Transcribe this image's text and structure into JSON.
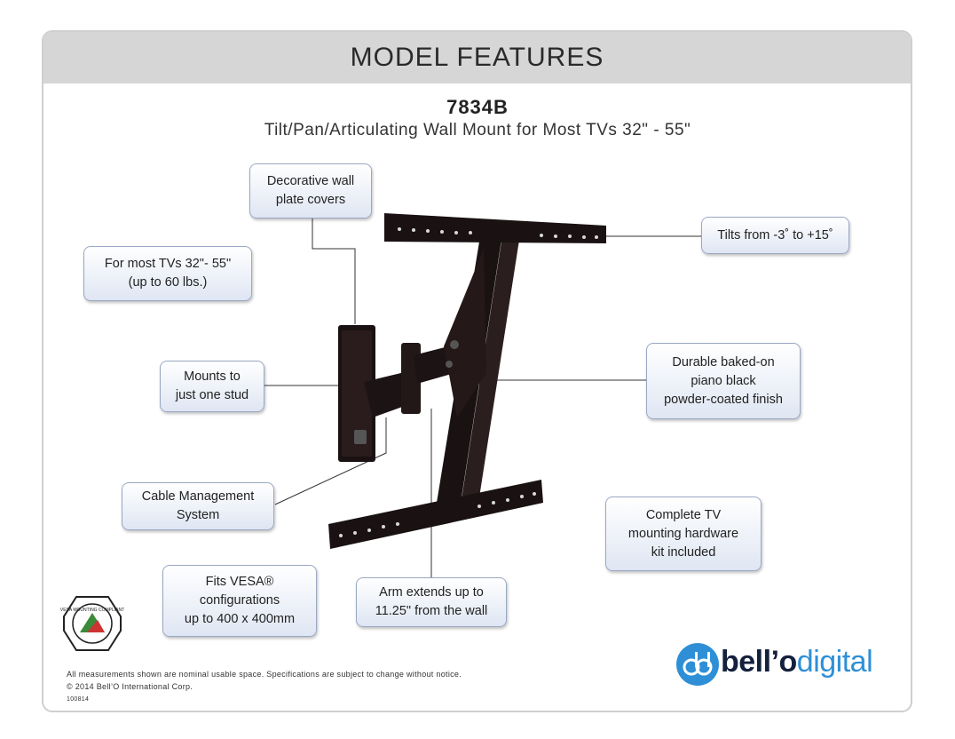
{
  "header": {
    "title": "MODEL FEATURES"
  },
  "product": {
    "model": "7834B",
    "description": "Tilt/Pan/Articulating Wall Mount for Most TVs 32\" - 55\""
  },
  "callouts": {
    "wall_plate": "Decorative wall\nplate covers",
    "tv_size": "For most TVs 32\"- 55\"\n(up to 60 lbs.)",
    "one_stud": "Mounts to\njust one stud",
    "cable": "Cable Management\nSystem",
    "vesa": "Fits VESA®\nconfigurations\nup to 400 x 400mm",
    "arm": "Arm extends up to\n11.25\" from the wall",
    "tilt": "Tilts from -3˚ to +15˚",
    "finish": "Durable baked-on\npiano black\npowder-coated finish",
    "hardware": "Complete TV\nmounting hardware\nkit included"
  },
  "footer": {
    "disclaimer": "All measurements shown are nominal usable space.  Specifications are subject to change without notice.",
    "copyright": "© 2014 Bell’O International Corp.",
    "code": "100814"
  },
  "badge": {
    "text": "VESA MOUNTING COMPLIANT"
  },
  "brand": {
    "logo_mark": "bd",
    "name_bold": "bell’o",
    "name_light": "digital"
  },
  "colors": {
    "callout_border": "#9aa8c4",
    "header_bg": "#d6d6d6",
    "brand_blue": "#2f8fd6"
  }
}
